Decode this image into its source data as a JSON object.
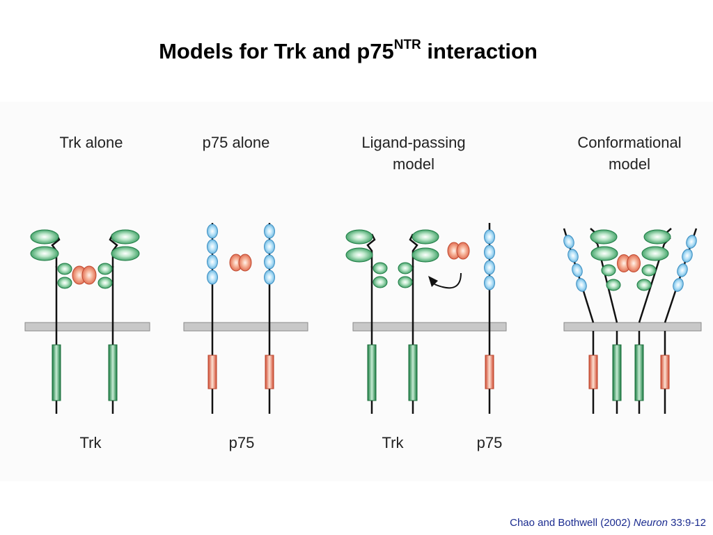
{
  "slide": {
    "title_main": "Models for Trk and p75",
    "title_sup": "NTR",
    "title_end": " interaction"
  },
  "panels": [
    {
      "title_lines": [
        "Trk alone"
      ],
      "captions": [
        "Trk"
      ]
    },
    {
      "title_lines": [
        "p75 alone"
      ],
      "captions": [
        "p75"
      ]
    },
    {
      "title_lines": [
        "Ligand-passing",
        "model"
      ],
      "captions": [
        "Trk",
        "p75"
      ]
    },
    {
      "title_lines": [
        "Conformational",
        "model"
      ],
      "captions": []
    }
  ],
  "citation": {
    "authors": "Chao and Bothwell (2002)",
    "journal": "Neuron",
    "ref": "33:9-12"
  },
  "colors": {
    "trk_green": "#2e9e5a",
    "p75_blue": "#7fc6ee",
    "p75_red": "#e06a4e",
    "ligand": "#e27058",
    "membrane": "#c8c8c8"
  }
}
